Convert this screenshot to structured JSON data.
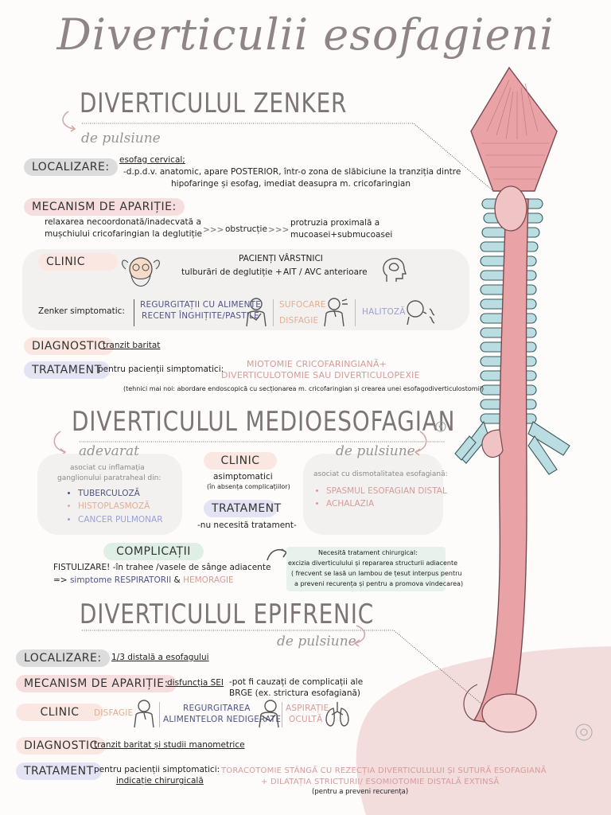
{
  "title": "Diverticulii esofagieni",
  "zenker": {
    "heading": "DIVERTICULUL ZENKER",
    "subtitle": "de pulsiune",
    "localizare_label": "LOCALIZARE:",
    "localizare_1": "esofag cervical;",
    "localizare_2": "-d.p.d.v. anatomic, apare POSTERIOR, într-o zona de slăbiciune la tranziția dintre",
    "localizare_3": "hipofaringe și esofag, imediat deasupra m. cricofaringian",
    "mecanism_label": "MECANISM DE APARIȚIE:",
    "mecanism_1a": "relaxarea necoordonată/inadecvată a",
    "mecanism_1b": "mușchiului cricofaringian la deglutiție",
    "arrows": ">>>",
    "mecanism_2": "obstrucție",
    "mecanism_3a": "protruzia proximală a",
    "mecanism_3b": "mucoasei+submucoasei",
    "clinic_label": "CLINIC",
    "pacienti": "PACIENȚI VÂRSTNICI",
    "tulburari": "tulburări de deglutiție +",
    "ait": "AIT  /  AVC anterioare",
    "simptomatic": "Zenker simptomatic:",
    "sympt_1a": "REGURGITAȚII CU ALIMENTE",
    "sympt_1b": "RECENT ÎNGHIȚITE/PASTILE",
    "sympt_2a": "SUFOCARE",
    "sympt_2b": "DISFAGIE",
    "sympt_3": "HALITOZĂ",
    "diagnostic_label": "DIAGNOSTIC",
    "diagnostic": "tranzit baritat",
    "tratament_label": "TRATAMENT",
    "tratament_intro": "pentru pacienții simptomatici:",
    "tratament_1": "MIOTOMIE CRICOFARINGIANĂ+",
    "tratament_2": "DIVERTICULOTOMIE SAU DIVERTICULOPEXIE",
    "tratament_note": "(tehnici mai noi: abordare endoscopică cu secționarea m. cricofaringian și crearea unei esofagodiverticulostomii)"
  },
  "medio": {
    "heading": "DIVERTICULUL MEDIOESOFAGIAN",
    "left_title": "adevarat",
    "left_desc_1": "asociat cu inflamația",
    "left_desc_2": "ganglionului paratraheal din:",
    "left_items": [
      "TUBERCULOZĂ",
      "HISTOPLASMOZĂ",
      "CANCER PULMONAR"
    ],
    "clinic_label": "CLINIC",
    "clinic_1": "asimptomatici",
    "clinic_2": "(în absența complicațiilor)",
    "tratament_label": "TRATAMENT",
    "tratament": "-nu necesită tratament-",
    "right_title": "de pulsiune",
    "right_desc": "asociat cu dismotalitatea esofagiană:",
    "right_items": [
      "SPASMUL ESOFAGIAN DISTAL",
      "ACHALAZIA"
    ],
    "complicatii_label": "COMPLICAȚII",
    "compl_1": "FISTULIZARE! -în trahee /vasele de sânge adiacente",
    "compl_2a": "=> ",
    "compl_2b": "simptome RESPIRATORII",
    "compl_2c": " & ",
    "compl_2d": "HEMORAGIE",
    "note_1": "Necesită tratament chirurgical:",
    "note_2": "excizia diverticulului și repararea structurii adiacente",
    "note_3": "( frecvent se lasă un lambou de țesut interpus pentru",
    "note_4": "a preveni recurența și pentru a promova vindecarea)"
  },
  "epifrenic": {
    "heading": "DIVERTICULUL EPIFRENIC",
    "subtitle": "de pulsiune",
    "localizare_label": "LOCALIZARE:",
    "localizare": "1/3 distală a esofagului",
    "mecanism_label": "MECANISM DE APARIȚIE:",
    "mecanism": "disfuncția SEI",
    "mecanism_note_1": "-pot fi cauzați de complicații ale",
    "mecanism_note_2": "BRGE (ex. strictura esofagiană)",
    "clinic_label": "CLINIC",
    "clinic_1": "DISFAGIE",
    "clinic_2a": "REGURGITAREA",
    "clinic_2b": "ALIMENTELOR NEDIGERATE",
    "clinic_3a": "ASPIRAȚIE",
    "clinic_3b": "OCULTĂ",
    "diagnostic_label": "DIAGNOSTIC",
    "diagnostic": "tranzit baritat și studii manometrice",
    "tratament_label": "TRATAMENT",
    "tratament_intro": "pentru pacienții simptomatici:",
    "tratament_ind": "indicație chirurgicală",
    "tratament_1": "TORACOTOMIE STÂNGĂ CU REZECȚIA DIVERTICULULUI ȘI SUTURĂ ESOFAGIANĂ",
    "tratament_2": "+ DILATAȚIA STRICTURII/ ESOMIOTOMIE DISTALĂ EXTINSĂ",
    "tratament_3": "(pentru a preveni recurența)"
  },
  "colors": {
    "esophagus": "#e9a3a7",
    "esophagus_dark": "#c97b82",
    "cartilage": "#b9dde0",
    "stomach": "#f3dcdc",
    "grey_pill": "#dcdcdc",
    "pink_pill": "#f7dede",
    "purple_pill": "#e4e3f3",
    "green_pill": "#e0efe6"
  },
  "icons": [
    "old-man-icon",
    "brain-head-icon",
    "regurgitation-person-icon",
    "coughing-person-icon",
    "halitosis-person-icon",
    "lungs-icon",
    "esophagus-illustration",
    "logo-seal-icon"
  ]
}
